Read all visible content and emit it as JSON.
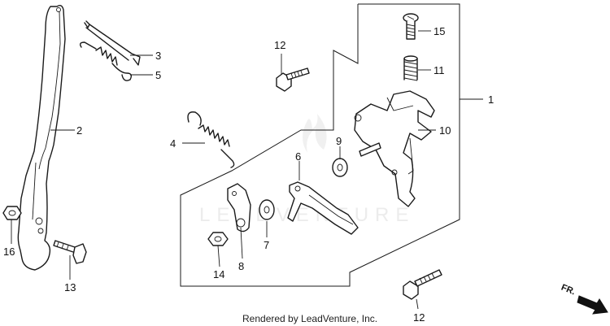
{
  "callouts": {
    "c1": "1",
    "c2": "2",
    "c3": "3",
    "c4": "4",
    "c5": "5",
    "c6": "6",
    "c7": "7",
    "c8": "8",
    "c9": "9",
    "c10": "10",
    "c11": "11",
    "c12_top": "12",
    "c12_bottom": "12",
    "c13": "13",
    "c14": "14",
    "c15": "15",
    "c16": "16"
  },
  "footer": {
    "credit": "Rendered by LeadVenture, Inc."
  },
  "direction": {
    "label": "FR."
  },
  "watermark": {
    "text": "LEADVENTURE"
  }
}
